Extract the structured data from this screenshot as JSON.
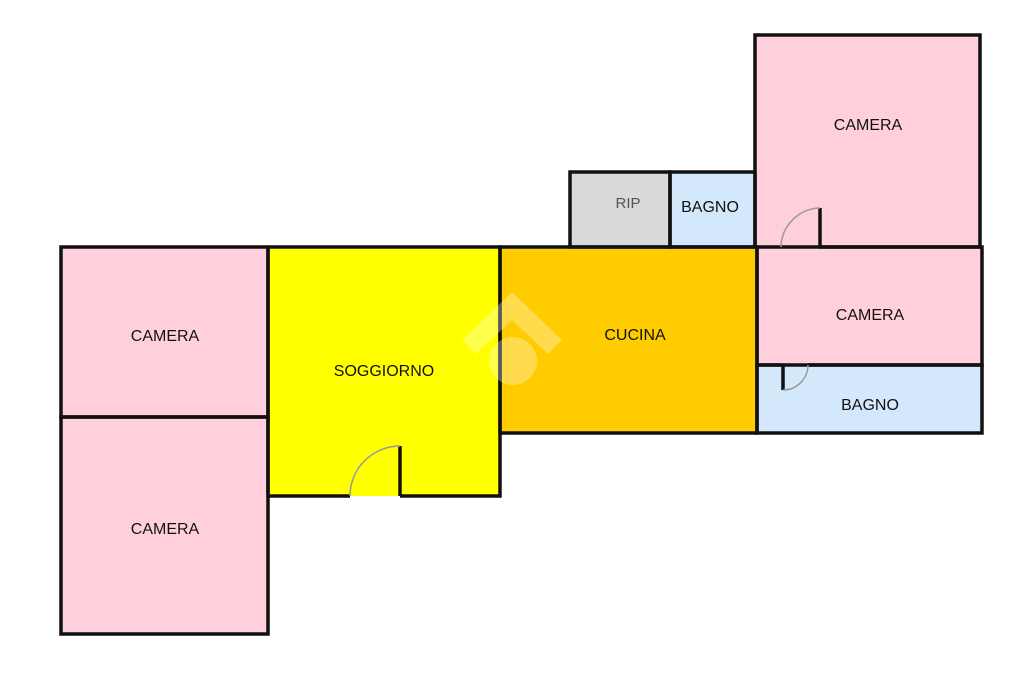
{
  "floor_plan": {
    "rooms": [
      {
        "id": "camera-left-top",
        "label": "CAMERA",
        "color": "#ffd0dc"
      },
      {
        "id": "camera-left-bottom",
        "label": "CAMERA",
        "color": "#ffd0dc"
      },
      {
        "id": "soggiorno",
        "label": "SOGGIORNO",
        "color": "#ffff00"
      },
      {
        "id": "cucina",
        "label": "CUCINA",
        "color": "#ffcc00"
      },
      {
        "id": "rip",
        "label": "RIP",
        "color": "#d9d9d9"
      },
      {
        "id": "bagno-small",
        "label": "BAGNO",
        "color": "#d4e8fb"
      },
      {
        "id": "camera-right-top",
        "label": "CAMERA",
        "color": "#ffd0dc"
      },
      {
        "id": "camera-right-mid",
        "label": "CAMERA",
        "color": "#ffd0dc"
      },
      {
        "id": "bagno-right",
        "label": "BAGNO",
        "color": "#d4e8fb"
      }
    ],
    "wall_color": "#111111",
    "watermark_icon": "house-logo-icon"
  }
}
